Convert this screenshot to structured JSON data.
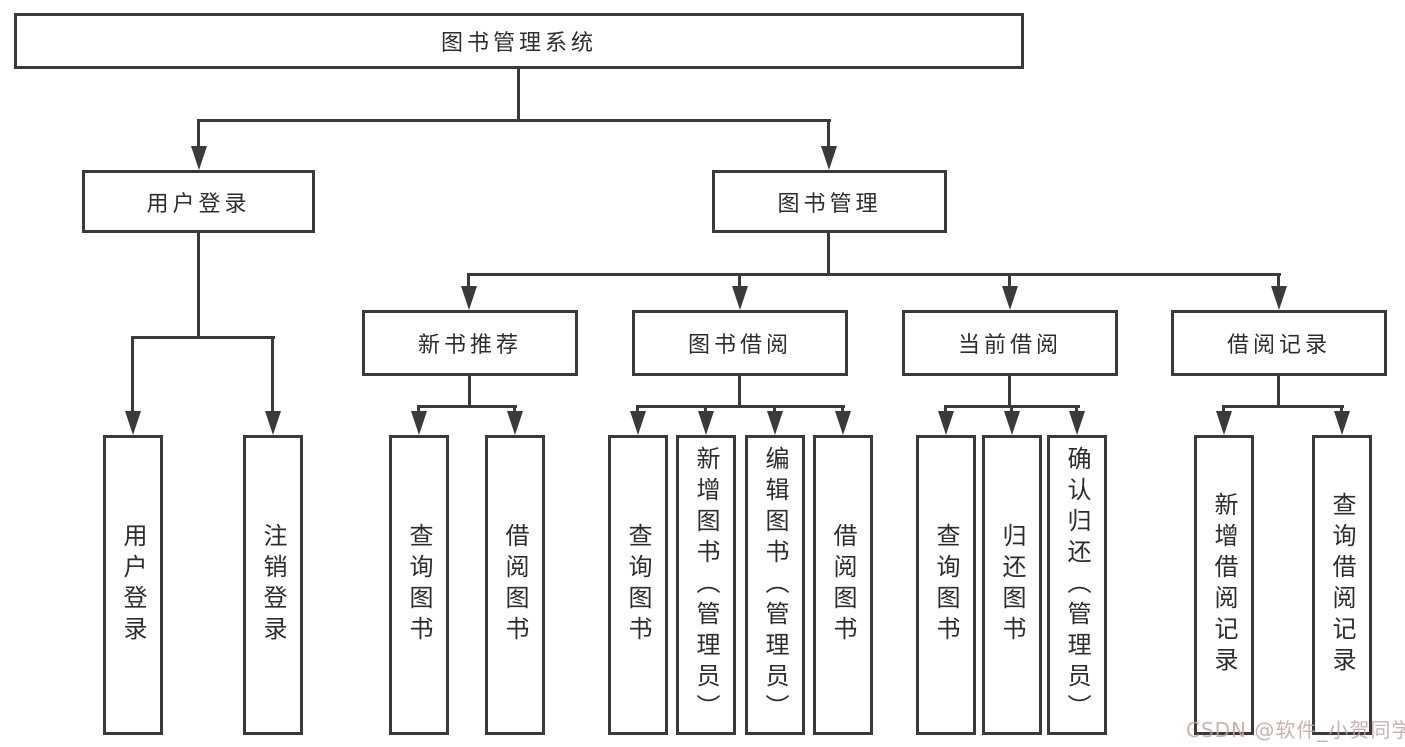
{
  "colors": {
    "line": "#3a3a3a",
    "text": "#2d2d2d",
    "watermark": "#c2a4a3",
    "background": "#ffffff"
  },
  "tree": {
    "root": "图书管理系统",
    "user_login": "用户登录",
    "book_mgmt": "图书管理",
    "new_book_rec": "新书推荐",
    "book_borrow": "图书借阅",
    "current_borrow": "当前借阅",
    "borrow_record": "借阅记录",
    "leaf_user_login": "用户登录",
    "leaf_logout": "注销登录",
    "leaf_rec_query": "查询图书",
    "leaf_rec_borrow": "借阅图书",
    "leaf_bb_query": "查询图书",
    "leaf_bb_add": "新增图书（管理员）",
    "leaf_bb_edit": "编辑图书（管理员）",
    "leaf_bb_borrow": "借阅图书",
    "leaf_cb_query": "查询图书",
    "leaf_cb_return": "归还图书",
    "leaf_cb_confirm": "确认归还（管理员）",
    "leaf_br_add": "新增借阅记录",
    "leaf_br_query": "查询借阅记录"
  },
  "watermark": "CSDN @软件_小贺同学"
}
